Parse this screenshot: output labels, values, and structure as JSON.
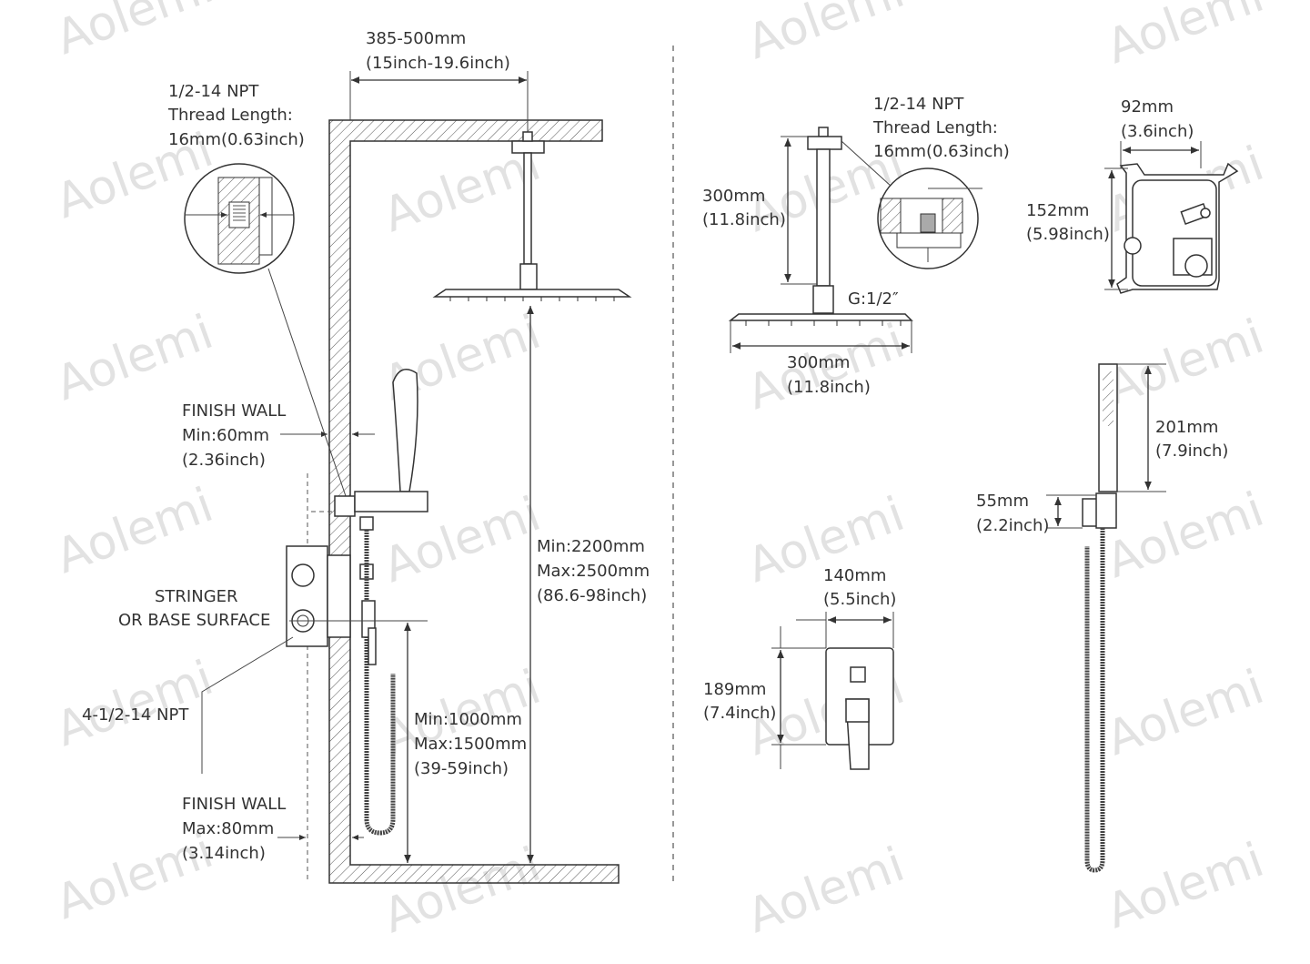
{
  "watermark": "Aolemi",
  "left_panel": {
    "arm_span": {
      "mm": "385-500mm",
      "inch": "(15inch-19.6inch)"
    },
    "thread": {
      "line1": "1/2-14 NPT",
      "line2": "Thread Length:",
      "line3": "16mm(0.63inch)"
    },
    "finish_wall_min": {
      "title": "FINISH WALL",
      "value": "Min:60mm",
      "inch": "(2.36inch)"
    },
    "stringer": {
      "line1": "STRINGER",
      "line2": "OR BASE SURFACE"
    },
    "npt_inlets": "4-1/2-14 NPT",
    "finish_wall_max": {
      "title": "FINISH WALL",
      "value": "Max:80mm",
      "inch": "(3.14inch)"
    },
    "head_height": {
      "min": "Min:2200mm",
      "max": "Max:2500mm",
      "inch": "(86.6-98inch)"
    },
    "valve_height": {
      "min": "Min:1000mm",
      "max": "Max:1500mm",
      "inch": "(39-59inch)"
    }
  },
  "right_panel": {
    "thread": {
      "line1": "1/2-14 NPT",
      "line2": "Thread Length:",
      "line3": "16mm(0.63inch)"
    },
    "arm_length": {
      "mm": "300mm",
      "inch": "(11.8inch)"
    },
    "connection": "G:1/2″",
    "head_width": {
      "mm": "300mm",
      "inch": "(11.8inch)"
    },
    "valve_width": {
      "mm": "92mm",
      "inch": "(3.6inch)"
    },
    "valve_height": {
      "mm": "152mm",
      "inch": "(5.98inch)"
    },
    "handheld_length": {
      "mm": "201mm",
      "inch": "(7.9inch)"
    },
    "holder_height": {
      "mm": "55mm",
      "inch": "(2.2inch)"
    },
    "trim_width": {
      "mm": "140mm",
      "inch": "(5.5inch)"
    },
    "trim_height": {
      "mm": "189mm",
      "inch": "(7.4inch)"
    }
  }
}
